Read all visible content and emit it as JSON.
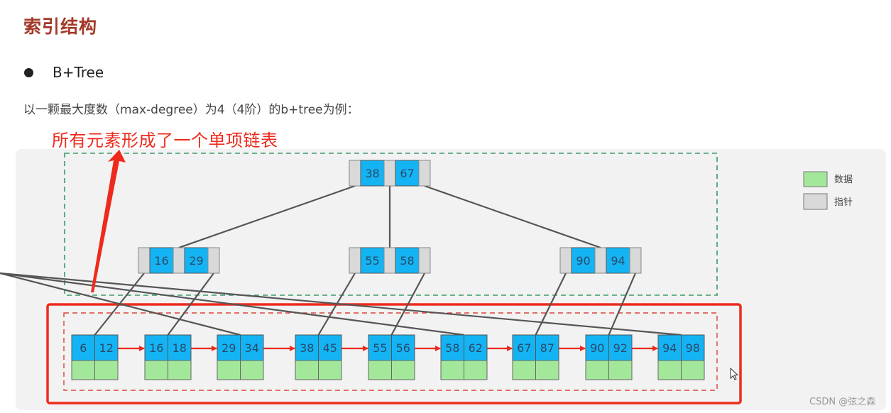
{
  "header": {
    "title": "索引结构",
    "bullet": "B+Tree",
    "description": "以一颗最大度数（max-degree）为4（4阶）的b+tree为例：",
    "annotation": "所有元素形成了一个单项链表"
  },
  "tree": {
    "root": {
      "keys": [
        "38",
        "67"
      ]
    },
    "internal": [
      {
        "keys": [
          "16",
          "29"
        ]
      },
      {
        "keys": [
          "55",
          "58"
        ]
      },
      {
        "keys": [
          "90",
          "94"
        ]
      }
    ],
    "leaves": [
      {
        "keys": [
          "6",
          "12"
        ]
      },
      {
        "keys": [
          "16",
          "18"
        ]
      },
      {
        "keys": [
          "29",
          "34"
        ]
      },
      {
        "keys": [
          "38",
          "45"
        ]
      },
      {
        "keys": [
          "55",
          "56"
        ]
      },
      {
        "keys": [
          "58",
          "62"
        ]
      },
      {
        "keys": [
          "67",
          "87"
        ]
      },
      {
        "keys": [
          "90",
          "92"
        ]
      },
      {
        "keys": [
          "94",
          "98"
        ]
      }
    ]
  },
  "legend": [
    {
      "label": "数据",
      "color": "#a3e89a"
    },
    {
      "label": "指针",
      "color": "#d9d9d9"
    }
  ],
  "colors": {
    "key": "#14b4f4",
    "data": "#a3e89a",
    "pointer": "#d9d9d9",
    "highlight": "#ee2a1c",
    "internal_box": "#3a9a6a"
  },
  "watermark": "CSDN @弦之森"
}
